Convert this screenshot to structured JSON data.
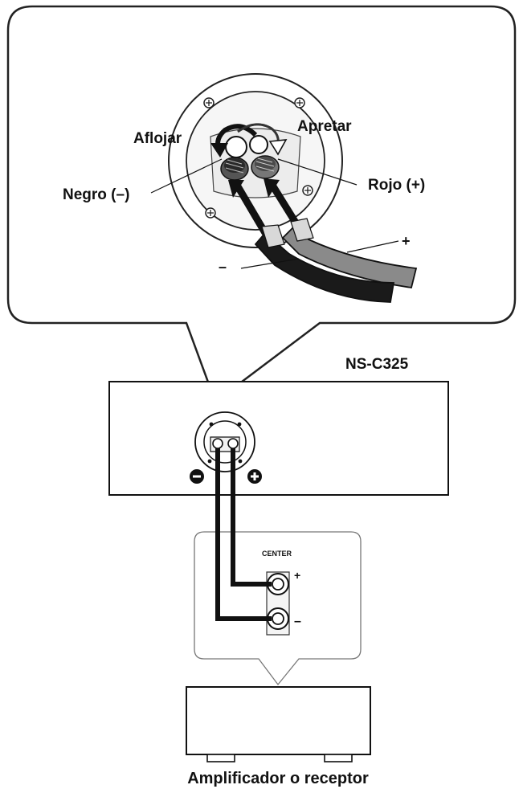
{
  "labels": {
    "loosen": "Aflojar",
    "tighten": "Apretar",
    "black_neg": "Negro (–)",
    "red_pos": "Rojo (+)",
    "wire_plus": "+",
    "wire_minus": "–",
    "model": "NS-C325",
    "center": "CENTER",
    "jack_plus": "+",
    "jack_minus": "–",
    "amplifier": "Amplificador o receptor"
  },
  "colors": {
    "line": "#111111",
    "black_cable": "#1a1a1a",
    "red_cable": "#8a8a8a"
  }
}
